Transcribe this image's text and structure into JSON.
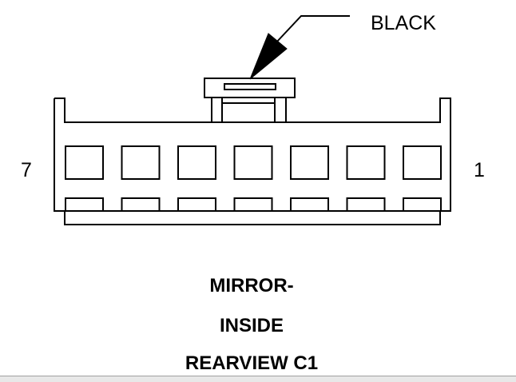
{
  "connector": {
    "color_label": "BLACK",
    "pin_left": "7",
    "pin_right": "1",
    "cavity_count": 7
  },
  "caption": {
    "line1": "MIRROR-",
    "line2": "INSIDE",
    "line3": "REARVIEW C1"
  },
  "colors": {
    "ink": "#000000",
    "background": "#ffffff",
    "bar": "#e8e8e8"
  }
}
